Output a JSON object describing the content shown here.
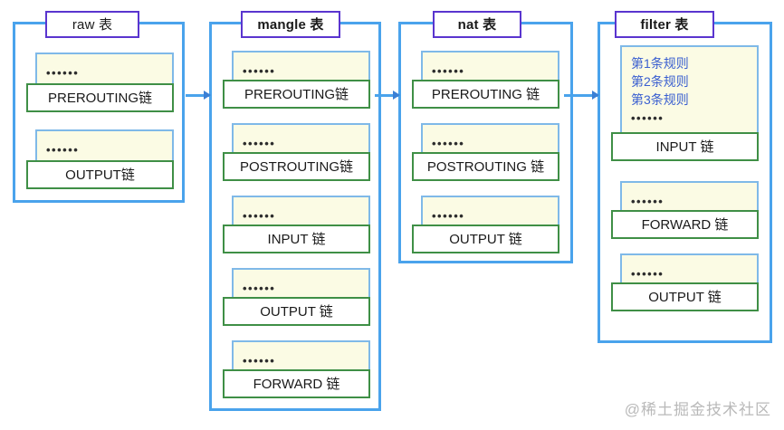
{
  "diagram": {
    "title_suffix": "表",
    "colors": {
      "table_border": "#4aa3ec",
      "title_border": "#5a35cf",
      "pane_border": "#7fb9e8",
      "pane_fill": "#fbfbe4",
      "chain_border": "#3f8f46",
      "rule_text": "#3a5fd0",
      "arrow": "#4aa3ec",
      "watermark": "#b9b9b9"
    },
    "ellipsis": "••••••",
    "watermark": "@稀土掘金技术社区",
    "arrows": [
      {
        "name": "arrow-raw-to-mangle"
      },
      {
        "name": "arrow-mangle-to-nat"
      },
      {
        "name": "arrow-nat-to-filter"
      }
    ],
    "tables": [
      {
        "id": "raw",
        "title": "raw 表",
        "bold_title": false,
        "chains": [
          {
            "label": "PREROUTING链",
            "dots": "••••••",
            "rules": []
          },
          {
            "label": "OUTPUT链",
            "dots": "••••••",
            "rules": []
          }
        ]
      },
      {
        "id": "mangle",
        "title": "mangle 表",
        "bold_title": true,
        "chains": [
          {
            "label": "PREROUTING链",
            "dots": "••••••",
            "rules": []
          },
          {
            "label": "POSTROUTING链",
            "dots": "••••••",
            "rules": []
          },
          {
            "label": "INPUT 链",
            "dots": "••••••",
            "rules": []
          },
          {
            "label": "OUTPUT 链",
            "dots": "••••••",
            "rules": []
          },
          {
            "label": "FORWARD 链",
            "dots": "••••••",
            "rules": []
          }
        ]
      },
      {
        "id": "nat",
        "title": "nat 表",
        "bold_title": true,
        "chains": [
          {
            "label": "PREROUTING 链",
            "dots": "••••••",
            "rules": []
          },
          {
            "label": "POSTROUTING 链",
            "dots": "••••••",
            "rules": []
          },
          {
            "label": "OUTPUT 链",
            "dots": "••••••",
            "rules": []
          }
        ]
      },
      {
        "id": "filter",
        "title": "filter 表",
        "bold_title": true,
        "chains": [
          {
            "label": "INPUT 链",
            "dots": "••••••",
            "rules": [
              "第1条规则",
              "第2条规则",
              "第3条规则"
            ]
          },
          {
            "label": "FORWARD 链",
            "dots": "••••••",
            "rules": []
          },
          {
            "label": "OUTPUT 链",
            "dots": "••••••",
            "rules": []
          }
        ]
      }
    ]
  }
}
